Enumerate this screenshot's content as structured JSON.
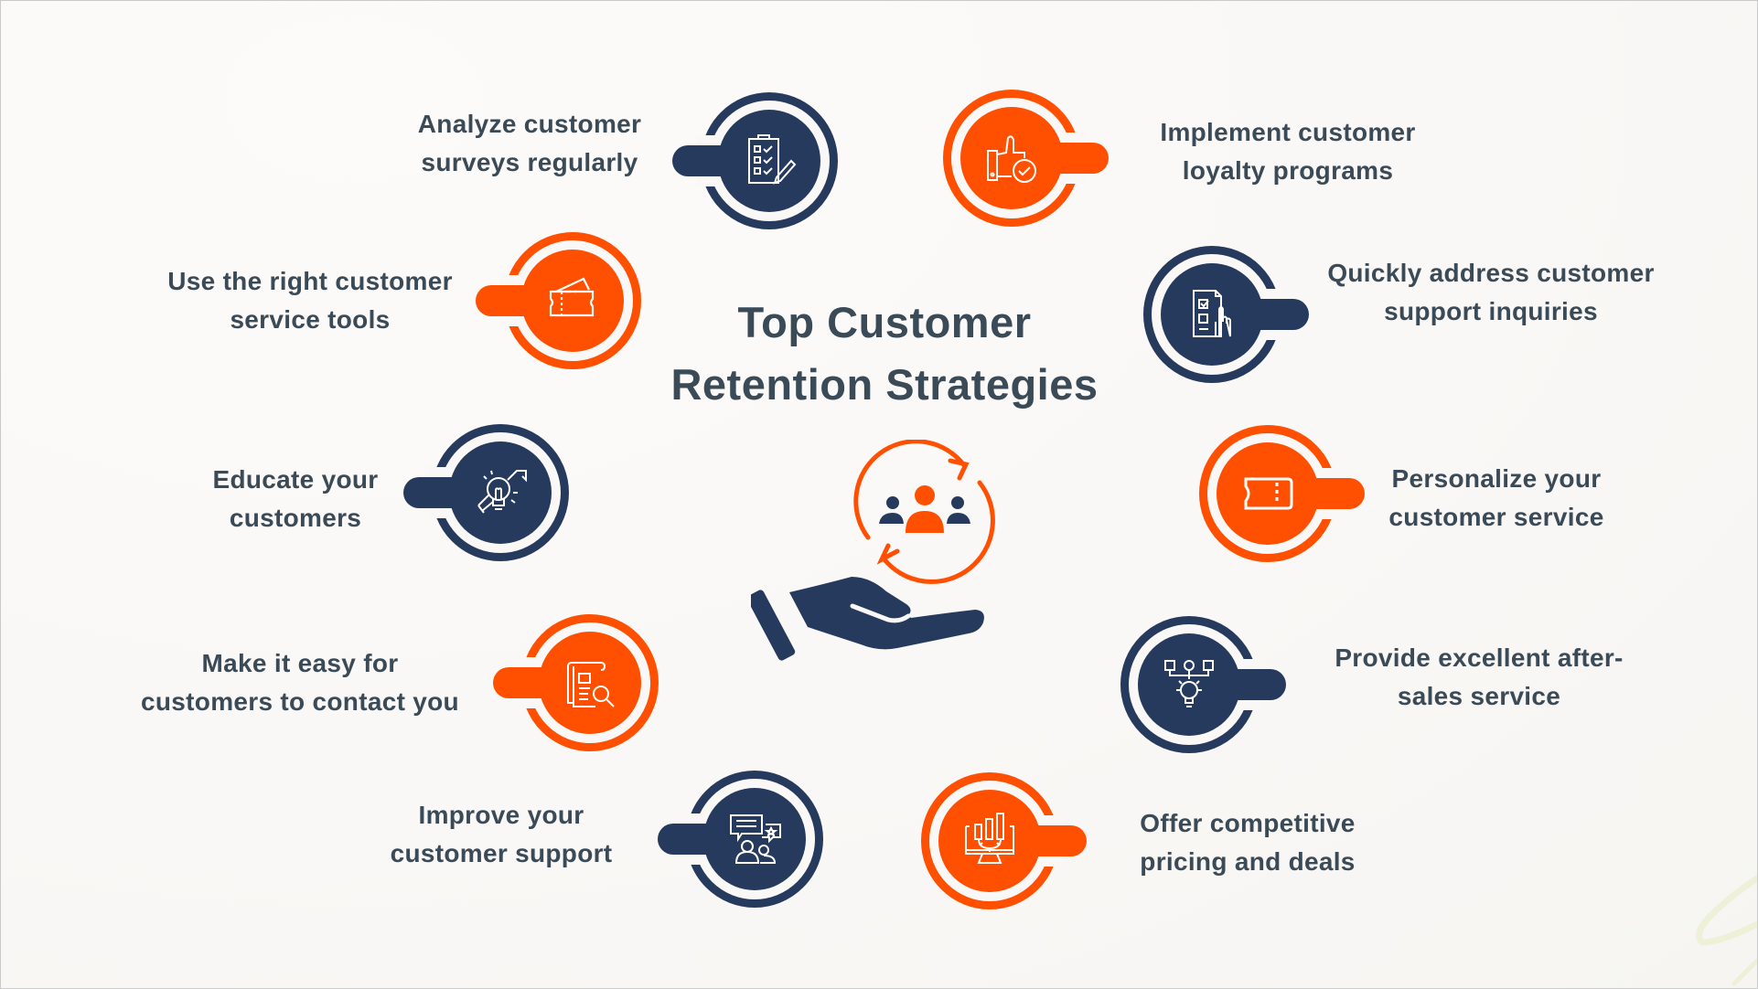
{
  "title": {
    "line1": "Top Customer",
    "line2": "Retention Strategies"
  },
  "colors": {
    "navy": "#263a5e",
    "orange": "#ff4f00",
    "text": "#3a4a57",
    "background": "#faf8f6"
  },
  "center_graphic": {
    "icon": "hand-holding-customers-cycle-icon"
  },
  "strategies": [
    {
      "line1": "Analyze customer",
      "line2": "surveys regularly",
      "icon": "clipboard-checklist-icon",
      "color": "navy"
    },
    {
      "line1": "Implement customer",
      "line2": "loyalty programs",
      "icon": "thumbs-up-check-icon",
      "color": "orange"
    },
    {
      "line1": "Use the right customer",
      "line2": "service tools",
      "icon": "tickets-icon",
      "color": "orange"
    },
    {
      "line1": "Quickly address customer",
      "line2": "support inquiries",
      "icon": "form-hand-pointer-icon",
      "color": "navy"
    },
    {
      "line1": "Educate your",
      "line2": "customers",
      "icon": "lightbulb-growth-icon",
      "color": "navy"
    },
    {
      "line1": "Personalize your",
      "line2": "customer service",
      "icon": "ticket-icon",
      "color": "orange"
    },
    {
      "line1": "Make it easy for",
      "line2": "customers to contact you",
      "icon": "document-search-icon",
      "color": "orange"
    },
    {
      "line1": "Provide excellent after-",
      "line2": "sales service",
      "icon": "flowchart-lightbulb-icon",
      "color": "navy"
    },
    {
      "line1": "Improve your",
      "line2": "customer support",
      "icon": "chat-people-icon",
      "color": "navy"
    },
    {
      "line1": "Offer competitive",
      "line2": "pricing and deals",
      "icon": "monitor-chart-gear-icon",
      "color": "orange"
    }
  ]
}
